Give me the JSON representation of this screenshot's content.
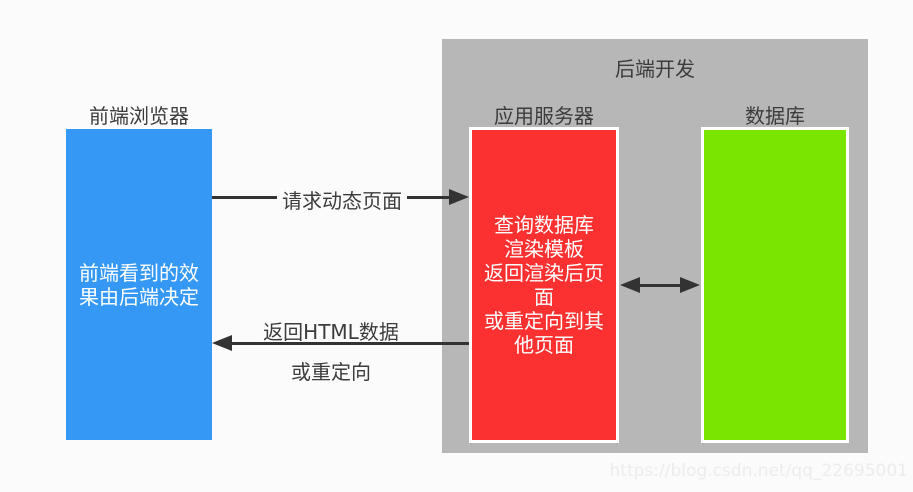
{
  "page": {
    "background_color": "#fbfbfb",
    "watermark": "https://blog.csdn.net/qq_22695001"
  },
  "diagram": {
    "frontend": {
      "title": "前端浏览器",
      "box_text": "前端看到的效\n果由后端决定",
      "color": "#3598f5",
      "text_color": "#ffffff"
    },
    "backend": {
      "title": "后端开发",
      "container_color": "#b7b7b7",
      "app_server": {
        "title": "应用服务器",
        "box_text": "查询数据库\n渲染模板\n返回渲染后页\n面\n或重定向到其\n他页面",
        "color": "#fb3131",
        "border_color": "#ffffff",
        "text_color": "#ffffff"
      },
      "database": {
        "title": "数据库",
        "color": "#7ae500",
        "border_color": "#ffffff"
      }
    },
    "arrows": {
      "color": "#333333",
      "request": {
        "label": "请求动态页面",
        "from": "frontend-browser",
        "to": "app-server",
        "direction": "right"
      },
      "response": {
        "label_line1": "返回HTML数据",
        "label_line2": "或重定向",
        "from": "app-server",
        "to": "frontend-browser",
        "direction": "left"
      },
      "db_link": {
        "from": "app-server",
        "to": "database",
        "direction": "both"
      }
    }
  }
}
